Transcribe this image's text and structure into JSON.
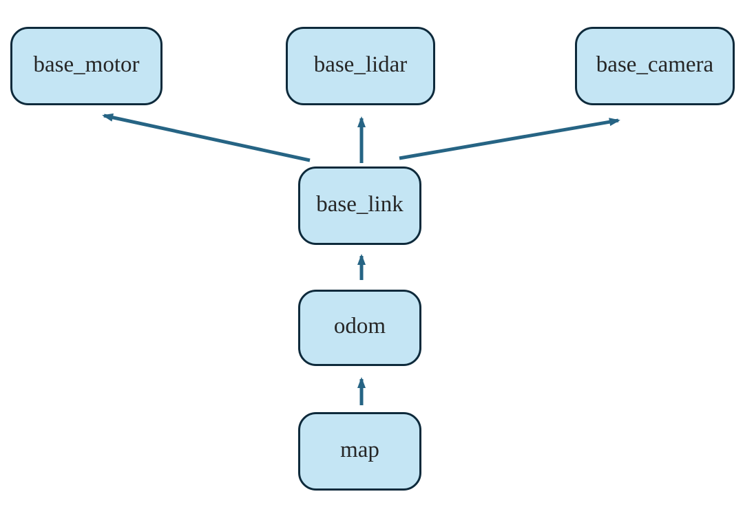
{
  "diagram": {
    "type": "tree",
    "nodes": [
      {
        "id": "base_motor",
        "label": "base_motor"
      },
      {
        "id": "base_lidar",
        "label": "base_lidar"
      },
      {
        "id": "base_camera",
        "label": "base_camera"
      },
      {
        "id": "base_link",
        "label": "base_link"
      },
      {
        "id": "odom",
        "label": "odom"
      },
      {
        "id": "map",
        "label": "map"
      }
    ],
    "edges": [
      {
        "from": "base_link",
        "to": "base_motor"
      },
      {
        "from": "base_link",
        "to": "base_lidar"
      },
      {
        "from": "base_link",
        "to": "base_camera"
      },
      {
        "from": "odom",
        "to": "base_link"
      },
      {
        "from": "map",
        "to": "odom"
      }
    ],
    "colors": {
      "node_fill": "#c4e5f4",
      "node_border": "#0e2a3b",
      "arrow": "#266484",
      "text": "#262626",
      "background": "#ffffff"
    }
  }
}
